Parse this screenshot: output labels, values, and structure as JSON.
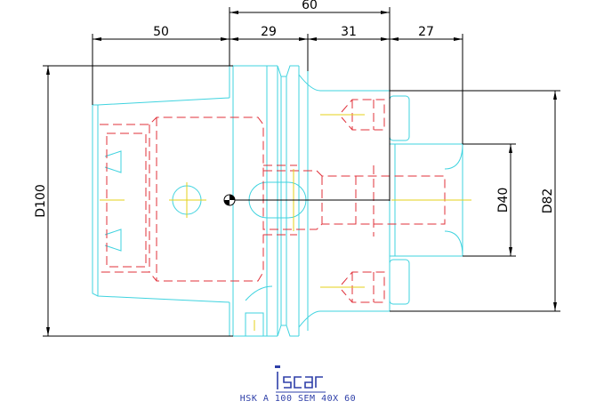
{
  "colors": {
    "outline": "#3fd3df",
    "hidden": "#e0303a",
    "center": "#e6d21a",
    "dimension": "#000000",
    "brand": "#2e3fa8",
    "caption": "#2e3fa8"
  },
  "dimensions": {
    "total_length": "60",
    "taper_length": "50",
    "flange_length": "29",
    "body_length": "31",
    "bore_depth": "27",
    "taper_diameter": "D100",
    "bore_diameter": "D40",
    "body_diameter": "D82"
  },
  "logo": {
    "text": "iscar"
  },
  "caption": "HSK A 100 SEM 40X 60"
}
